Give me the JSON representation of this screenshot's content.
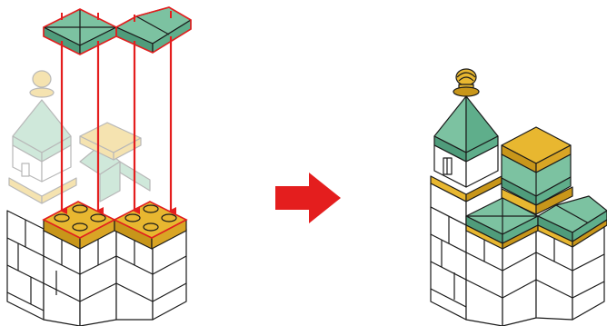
{
  "diagram": {
    "type": "assembly-instruction-step",
    "steps": [
      {
        "id": "before",
        "content": "castle-model-with-two-green-roof-pieces-to-be-placed"
      },
      {
        "id": "after",
        "content": "castle-model-with-green-roof-pieces-attached"
      }
    ],
    "arrow": "right"
  },
  "colors": {
    "roof_green": "#7cc2a1",
    "roof_green_dark": "#4f9c7b",
    "roof_green_faded": "#cfe8da",
    "yellow": "#e8b730",
    "yellow_dark": "#c8961a",
    "yellow_faded": "#f5e3b0",
    "accent_red": "#e41e1e",
    "outline": "#1a1a1a",
    "faded_outline": "#b8b8b8",
    "brick_fill": "#ffffff"
  },
  "icons": {
    "direction_arrow": "arrow-right-icon",
    "placement_arrows": "arrow-down-icon"
  }
}
